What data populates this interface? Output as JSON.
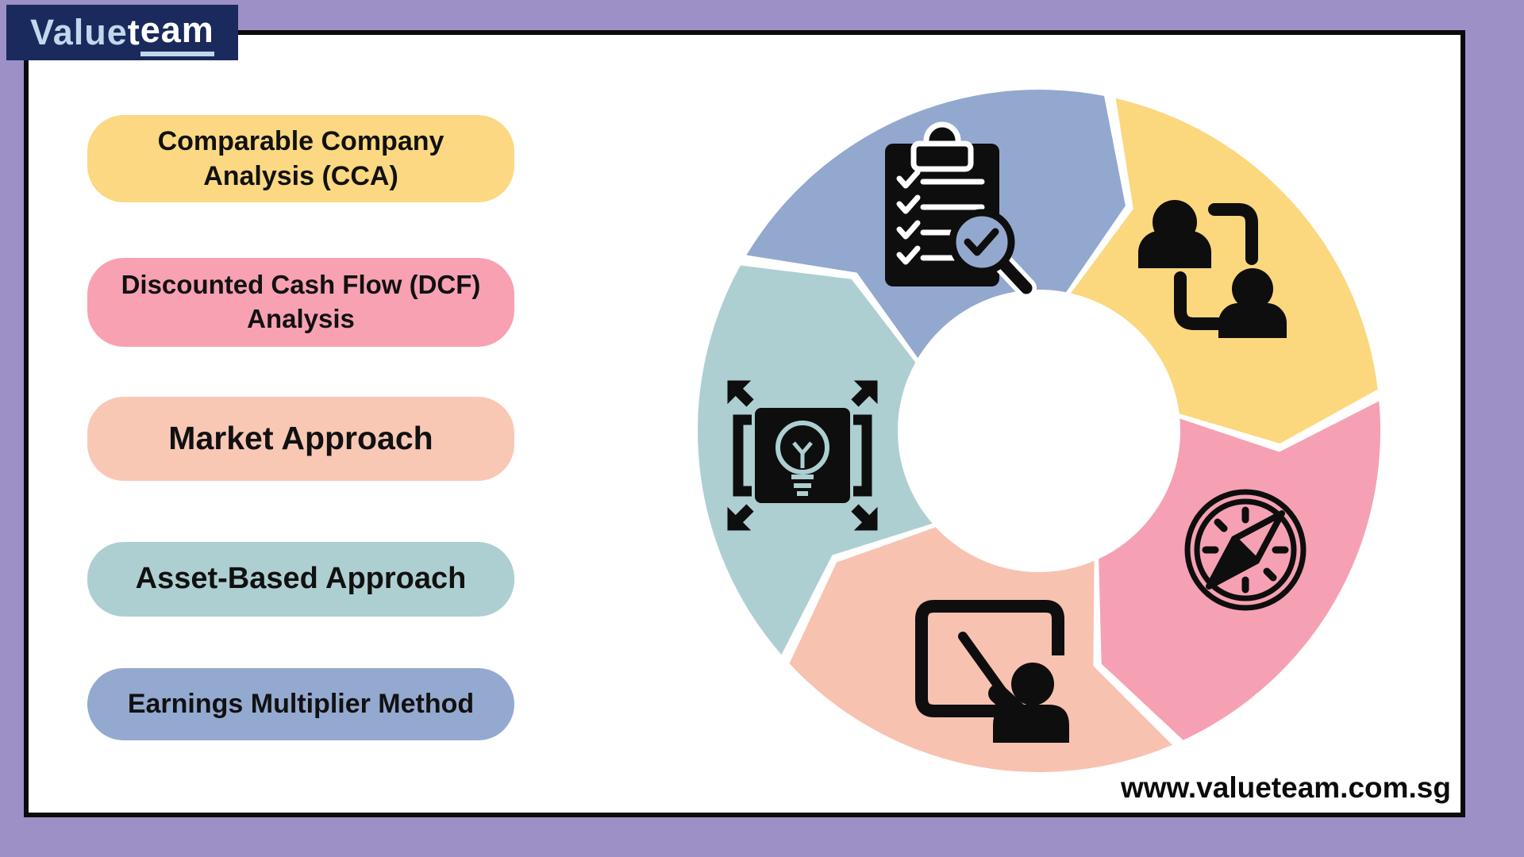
{
  "page": {
    "background_color": "#9D90C7",
    "panel_border_color": "#0b0b0b",
    "url_text": "www.valueteam.com.sg"
  },
  "logo": {
    "part1": "Value",
    "part2": "t",
    "part3": "eam",
    "bg_color": "#1A2A5C",
    "part1_color": "#BFD9EC",
    "part2_color": "#FFFFFF",
    "underline_color": "#BFD9EC"
  },
  "methods": [
    {
      "label": "Comparable Company Analysis (CCA)",
      "color": "#FBD881"
    },
    {
      "label": "Discounted Cash Flow (DCF) Analysis",
      "color": "#F8A1B3"
    },
    {
      "label": "Market Approach",
      "color": "#F9C8B5"
    },
    {
      "label": "Asset-Based Approach",
      "color": "#AECFD1"
    },
    {
      "label": "Earnings Multiplier Method",
      "color": "#94A9CF"
    }
  ],
  "wheel": {
    "direction": "clockwise",
    "segments": [
      {
        "name": "checklist-review",
        "icon": "clipboard-checklist-icon",
        "color": "#93A8CE",
        "mid_angle": 246
      },
      {
        "name": "people-exchange",
        "icon": "people-exchange-icon",
        "color": "#FBD77E",
        "mid_angle": 318
      },
      {
        "name": "navigation",
        "icon": "compass-icon",
        "color": "#F5A1B3",
        "mid_angle": 30
      },
      {
        "name": "presentation",
        "icon": "presenter-board-icon",
        "color": "#F8C2B0",
        "mid_angle": 102
      },
      {
        "name": "idea-expansion",
        "icon": "lightbulb-expand-icon",
        "color": "#AECFD1",
        "mid_angle": 174
      }
    ],
    "icon_color": "#0E0E0E"
  }
}
